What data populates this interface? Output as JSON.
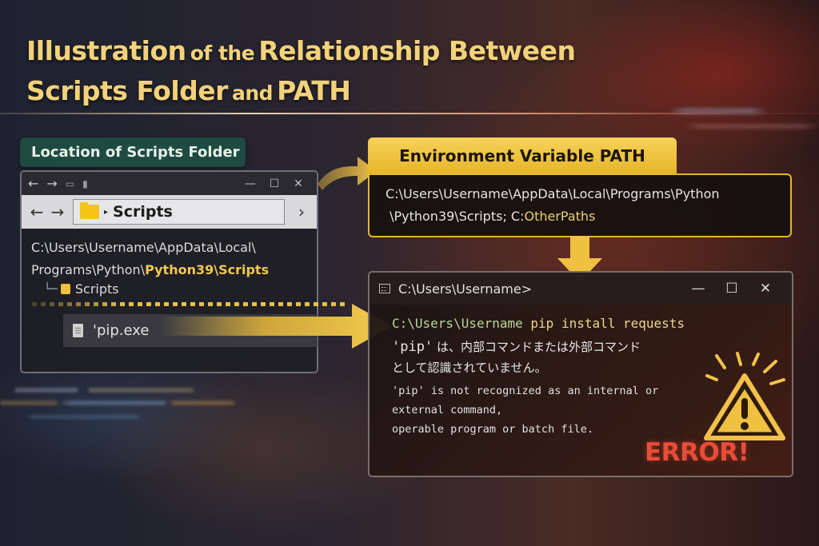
{
  "title": {
    "line1_big_a": "Illustration",
    "line1_small": "of the",
    "line1_big_b": "Relationship Between",
    "line2_big_a": "Scripts Folder",
    "line2_small": "and",
    "line2_big_b": "PATH"
  },
  "left_panel": {
    "badge": "Location of Scripts Folder",
    "explorer": {
      "titlebar_icons": [
        "back-arrow",
        "forward-arrow",
        "new-folder",
        "document"
      ],
      "window_controls": [
        "minimize",
        "maximize",
        "close"
      ],
      "nav_back": "←",
      "nav_forward": "→",
      "address_crumb": "Scripts",
      "nav_expand": "›",
      "path_line1": "C:\\Users\\Username\\AppData\\Local\\",
      "path_line2_plain": "Programs\\Python\\",
      "path_line2_highlight": "Python39\\Scripts",
      "tree_branch": "└─",
      "tree_item": "Scripts",
      "file_item": "'pip.exe"
    }
  },
  "right_top": {
    "badge": "Environment Variable PATH",
    "path_line1": "C:\\Users\\Username\\AppData\\Local\\Programs\\Python",
    "path_line2_plain": "\\Python39\\Scripts; C:",
    "path_line2_highlight": "OtherPaths"
  },
  "cmd": {
    "title": "C:\\Users\\Username>",
    "window_controls": [
      "minimize",
      "maximize",
      "close"
    ],
    "prompt_path": "C:\\Users\\Username",
    "prompt_command": "pip install requests",
    "jp_quote": "'pip'",
    "jp_line1": " は、内部コマンドまたは外部コマンド",
    "jp_line2": "として認識されていません。",
    "en_line1": "'pip' is not recognized as an internal or",
    "en_line2": "external command,",
    "en_line3": "operable program or batch file.",
    "error_label": "ERROR!"
  },
  "colors": {
    "accent_gold": "#f0c850",
    "badge_green": "#1e4a40",
    "error_red": "#e84c3a",
    "prompt_green": "#b8d898"
  }
}
